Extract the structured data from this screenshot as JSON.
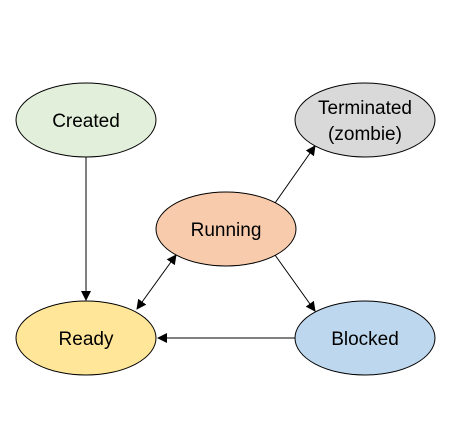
{
  "diagram": {
    "nodes": {
      "created": {
        "label": "Created",
        "fill": "#e2efda"
      },
      "running": {
        "label": "Running",
        "fill": "#f7cbac"
      },
      "terminated": {
        "label_line1": "Terminated",
        "label_line2": "(zombie)",
        "fill": "#d9d9d9"
      },
      "ready": {
        "label": "Ready",
        "fill": "#ffe699"
      },
      "blocked": {
        "label": "Blocked",
        "fill": "#bdd7ee"
      }
    },
    "edges": [
      {
        "from": "Created",
        "to": "Ready",
        "bidirectional": false
      },
      {
        "from": "Running",
        "to": "Ready",
        "bidirectional": true
      },
      {
        "from": "Running",
        "to": "Terminated (zombie)",
        "bidirectional": false
      },
      {
        "from": "Running",
        "to": "Blocked",
        "bidirectional": false
      },
      {
        "from": "Blocked",
        "to": "Ready",
        "bidirectional": false
      }
    ]
  }
}
